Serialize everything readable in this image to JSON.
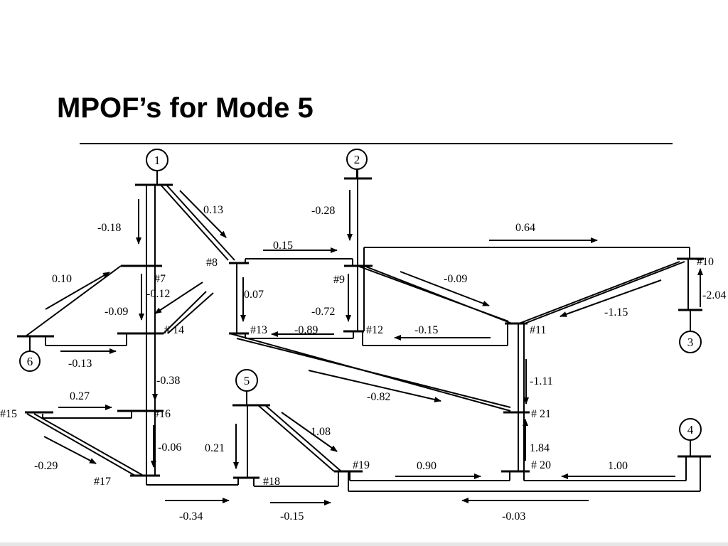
{
  "slide": {
    "title": "MPOF’s for Mode 5"
  },
  "generators": [
    "1",
    "2",
    "3",
    "4",
    "5",
    "6"
  ],
  "buses": [
    "#7",
    "#8",
    "#9",
    "#10",
    "#11",
    "#12",
    "#13",
    "# 14",
    "#15",
    "#16",
    "#17",
    "#18",
    "#19",
    "# 20",
    "# 21"
  ],
  "flows": [
    "0.13",
    "-0.18",
    "0.10",
    "-0.12",
    "-0.09",
    "-0.13",
    "-0.38",
    "0.27",
    "-0.29",
    "-0.06",
    "-0.34",
    "0.15",
    "0.07",
    "-0.28",
    "-0.72",
    "-0.89",
    "-0.15",
    "0.64",
    "-0.09",
    "-1.15",
    "-2.04",
    "-1.11",
    "-0.82",
    "1.84",
    "1.00",
    "0.90",
    "-0.03",
    "1.08",
    "0.21",
    "-0.15"
  ],
  "colors": {
    "ink": "#000000",
    "background": "#ffffff"
  }
}
